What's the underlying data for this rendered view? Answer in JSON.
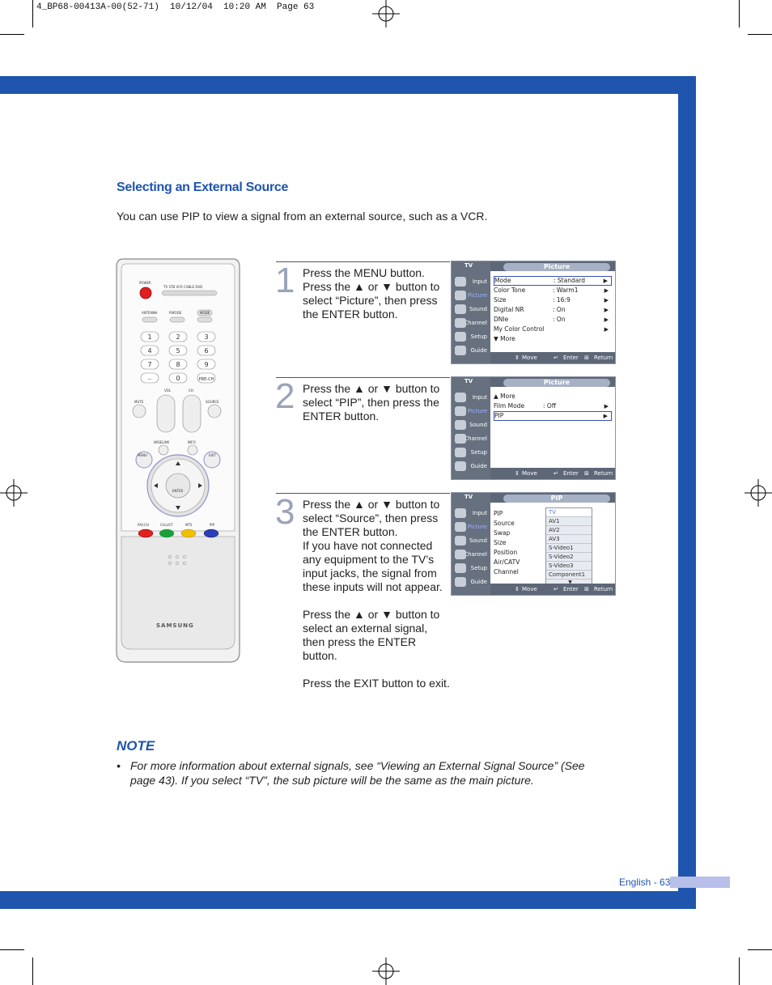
{
  "print_header": "4_BP68-00413A-00(52-71)  10/12/04  10:20 AM  Page 63",
  "section_title": "Selecting an External Source",
  "intro": "You can use PIP to view a signal from an external source, such as a VCR.",
  "remote": {
    "power": "POWER",
    "modes": "TV  STB  VCR  CABLE  DVD",
    "antenna": "ANTENNA",
    "pmode": "P.MODE",
    "mode": "MODE",
    "digits": [
      "1",
      "2",
      "3",
      "4",
      "5",
      "6",
      "7",
      "8",
      "9",
      "0"
    ],
    "prech": "PRE-CH",
    "vol": "VOL",
    "ch": "CH",
    "mute": "MUTE",
    "source": "SOURCE",
    "wiselink": "WISELINK",
    "info": "INFO",
    "menu": "MENU",
    "exit": "EXIT",
    "enter": "ENTER",
    "favch": "FAV.CH",
    "chlist": "CH.LIST",
    "mts": "MTS",
    "pip": "PIP",
    "brand": "SAMSUNG"
  },
  "steps": [
    {
      "num": "1",
      "lines": [
        "Press the MENU button.",
        "Press the ▲ or ▼ button to select “Picture”, then press the ENTER button."
      ]
    },
    {
      "num": "2",
      "lines": [
        "Press the ▲ or ▼ button to select “PIP”, then press the ENTER button."
      ]
    },
    {
      "num": "3",
      "lines": [
        "Press the ▲ or ▼ button to select “Source”, then press the ENTER button.",
        "If you have not connected any equipment to the TV’s input jacks, the signal from these inputs will not appear.",
        "Press the ▲ or ▼ button to select an external signal, then press the ENTER button.",
        "Press the EXIT button to exit."
      ]
    }
  ],
  "osd_nav": [
    "Input",
    "Picture",
    "Sound",
    "Channel",
    "Setup",
    "Guide"
  ],
  "osd_footer": {
    "move": "Move",
    "enter": "Enter",
    "return": "Return"
  },
  "osd1": {
    "tv": "TV",
    "title": "Picture",
    "rows": [
      {
        "label": "Mode",
        "value": ": Standard",
        "arrow": "▶"
      },
      {
        "label": "Color Tone",
        "value": ": Warm1",
        "arrow": "▶"
      },
      {
        "label": "Size",
        "value": ": 16:9",
        "arrow": "▶"
      },
      {
        "label": "Digital NR",
        "value": ": On",
        "arrow": "▶"
      },
      {
        "label": "DNIe",
        "value": ": On",
        "arrow": "▶"
      },
      {
        "label": "My Color Control",
        "value": "",
        "arrow": "▶"
      },
      {
        "label": "▼ More",
        "value": "",
        "arrow": ""
      }
    ]
  },
  "osd2": {
    "tv": "TV",
    "title": "Picture",
    "rows": [
      {
        "label": "▲ More",
        "value": "",
        "arrow": ""
      },
      {
        "label": "Film Mode",
        "value": ": Off",
        "arrow": "▶"
      },
      {
        "label": "PIP",
        "value": "",
        "arrow": "▶"
      }
    ]
  },
  "osd3": {
    "tv": "TV",
    "title": "PIP",
    "labels": [
      "PIP",
      "Source",
      "Swap",
      "Size",
      "Position",
      "Air/CATV",
      "Channel"
    ],
    "options": [
      "TV",
      "AV1",
      "AV2",
      "AV3",
      "S-Video1",
      "S-Video2",
      "S-Video3",
      "Component1",
      "▼"
    ]
  },
  "note_title": "NOTE",
  "note_bullet": "•",
  "note_text": "For more information about external signals, see “Viewing an External Signal Source” (See page 43). If you select “TV”, the sub picture will be the same as the main picture.",
  "page_label": "English - 63",
  "colors": {
    "accent": "#1f55ad",
    "tab": "#b8bfe8"
  }
}
